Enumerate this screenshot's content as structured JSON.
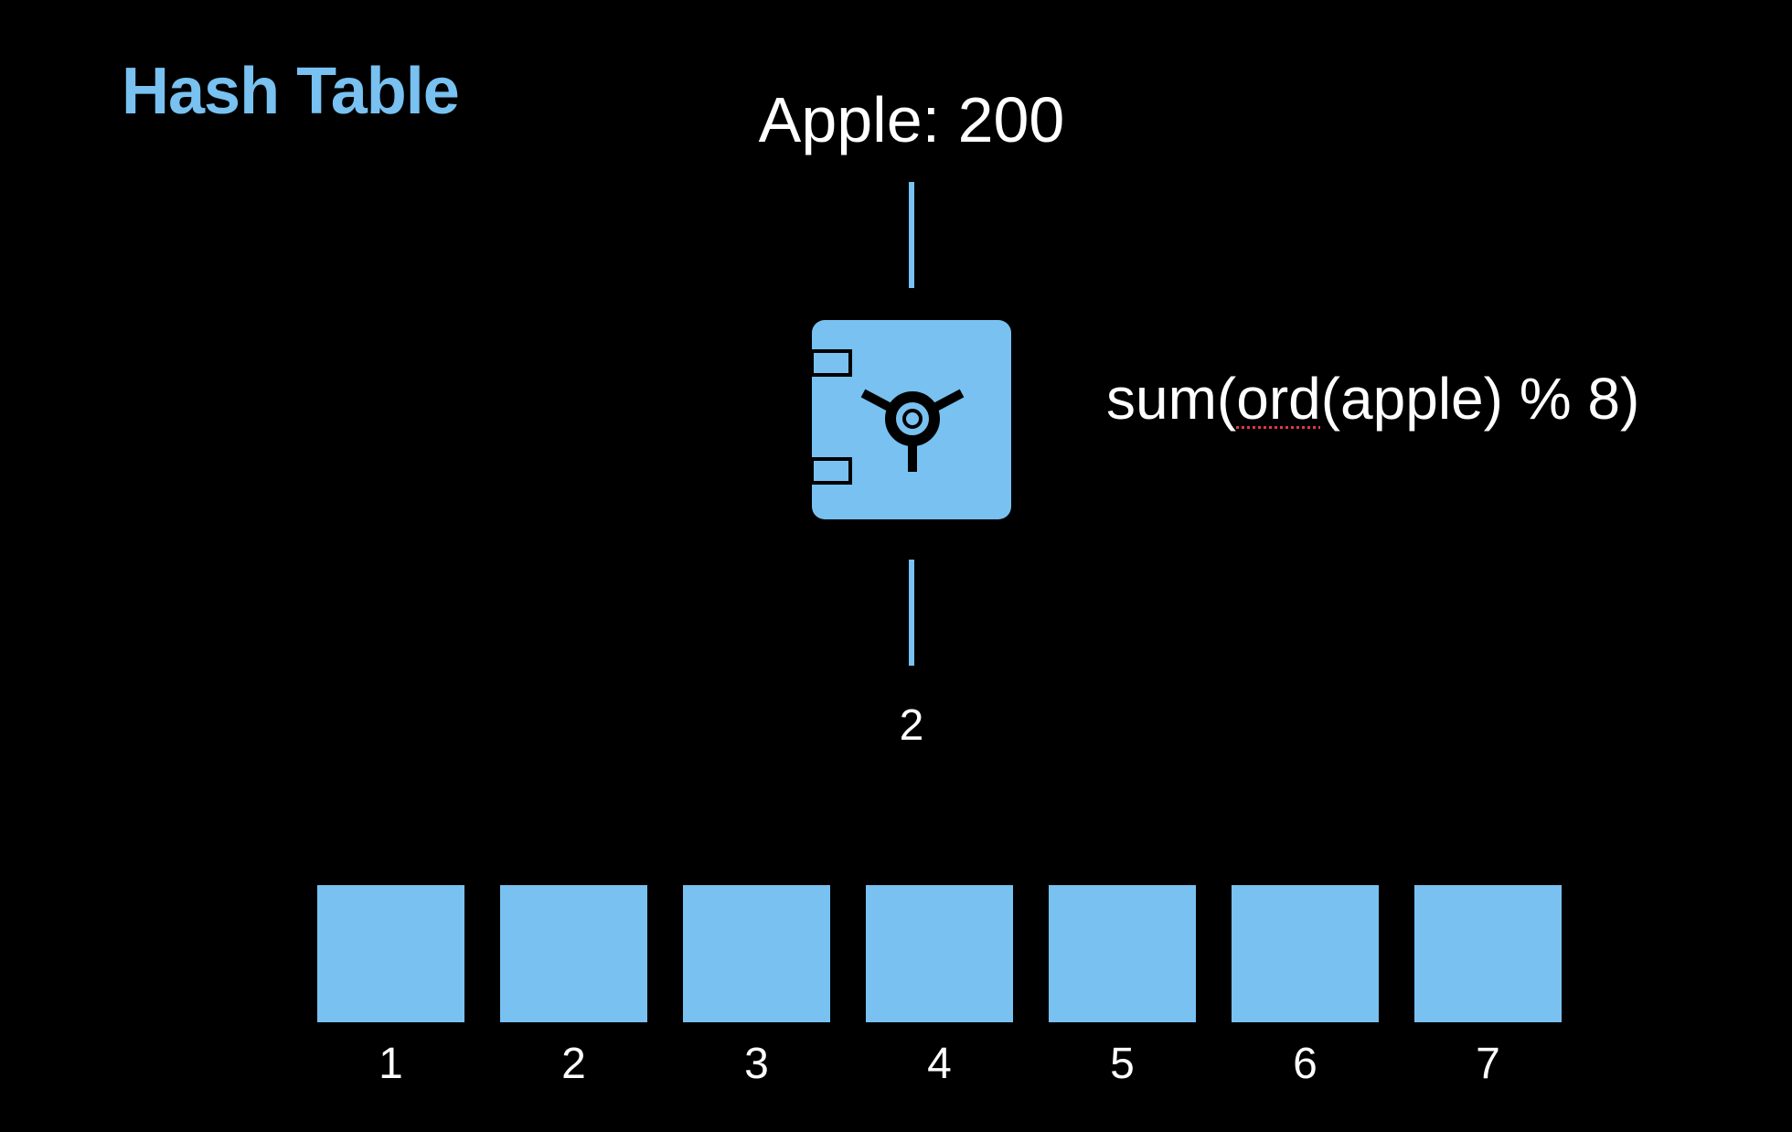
{
  "title": "Hash Table",
  "input": {
    "key_value": "Apple: 200"
  },
  "hash_function": {
    "icon": "safe-vault-icon",
    "formula_pre": "sum(",
    "formula_flagged": "ord",
    "formula_post": "(apple) % 8)"
  },
  "output": {
    "index": "2"
  },
  "buckets": [
    "1",
    "2",
    "3",
    "4",
    "5",
    "6",
    "7"
  ],
  "colors": {
    "accent": "#78c1f1",
    "background": "#000000",
    "text": "#ffffff",
    "spellcheck": "#e0384a"
  }
}
